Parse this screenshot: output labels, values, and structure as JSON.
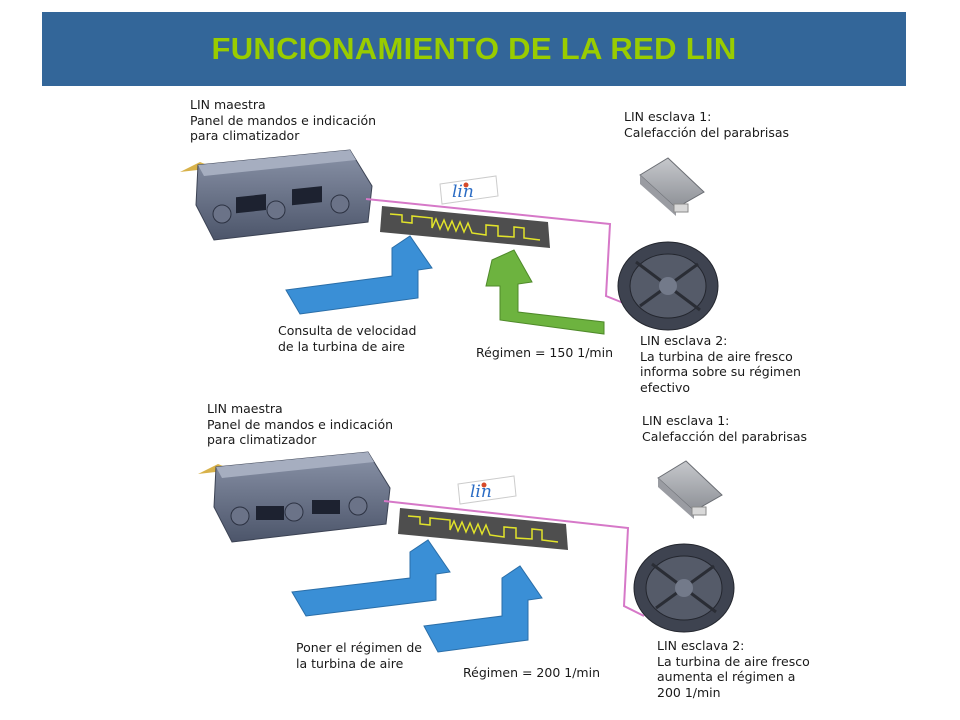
{
  "title": "FUNCIONAMIENTO DE LA RED LIN",
  "colors": {
    "title_bg": "#336699",
    "title_text": "#99cc00",
    "arrow_blue": "#3a8fd6",
    "arrow_green": "#6db33f",
    "bus_wire": "#d678c8"
  },
  "top_scene": {
    "master": {
      "line1": "LIN maestra",
      "line2": "Panel de mandos e indicación",
      "line3": "para climatizador"
    },
    "slave1": {
      "line1": "LIN esclava 1:",
      "line2": "Calefacción del parabrisas"
    },
    "slave2": {
      "line1": "LIN esclava 2:",
      "line2": "La turbina de aire fresco",
      "line3": "informa sobre su régimen",
      "line4": "efectivo"
    },
    "query": {
      "line1": "Consulta de velocidad",
      "line2": "de la turbina de aire"
    },
    "regime": "Régimen = 150 1/min",
    "logo": "lin"
  },
  "bottom_scene": {
    "master": {
      "line1": "LIN maestra",
      "line2": "Panel de mandos e indicación",
      "line3": "para climatizador"
    },
    "slave1": {
      "line1": "LIN esclava 1:",
      "line2": "Calefacción del parabrisas"
    },
    "slave2": {
      "line1": "LIN esclava 2:",
      "line2": "La turbina de aire fresco",
      "line3": "aumenta el régimen a",
      "line4": "200 1/min"
    },
    "command": {
      "line1": "Poner el régimen de",
      "line2": "la turbina de aire"
    },
    "regime": "Régimen = 200 1/min",
    "logo": "lin"
  }
}
